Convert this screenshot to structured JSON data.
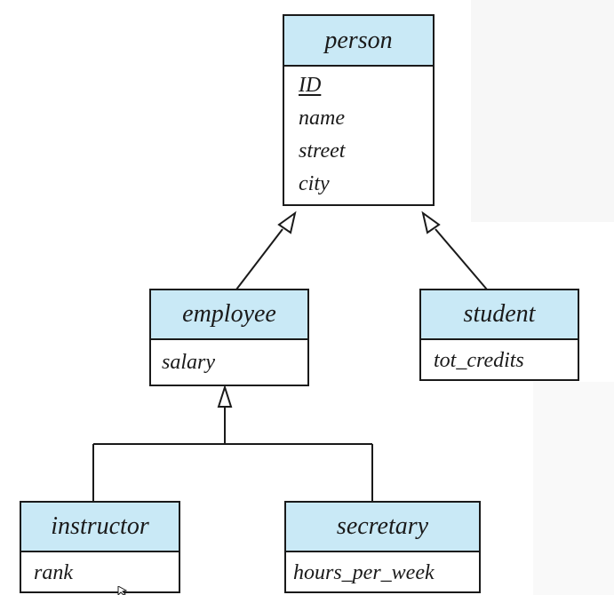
{
  "entities": {
    "person": {
      "name": "person",
      "attributes": [
        "ID",
        "name",
        "street",
        "city"
      ],
      "primary_key": "ID"
    },
    "employee": {
      "name": "employee",
      "attributes": [
        "salary"
      ]
    },
    "student": {
      "name": "student",
      "attributes": [
        "tot_credits"
      ]
    },
    "instructor": {
      "name": "instructor",
      "attributes": [
        "rank"
      ]
    },
    "secretary": {
      "name": "secretary",
      "attributes": [
        "hours_per_week"
      ]
    }
  },
  "specializations": [
    {
      "parent": "person",
      "children": [
        "employee",
        "student"
      ],
      "style": "separate"
    },
    {
      "parent": "employee",
      "children": [
        "instructor",
        "secretary"
      ],
      "style": "shared"
    }
  ],
  "colors": {
    "header_fill": "#c9e9f6",
    "line": "#1a1a1a"
  }
}
